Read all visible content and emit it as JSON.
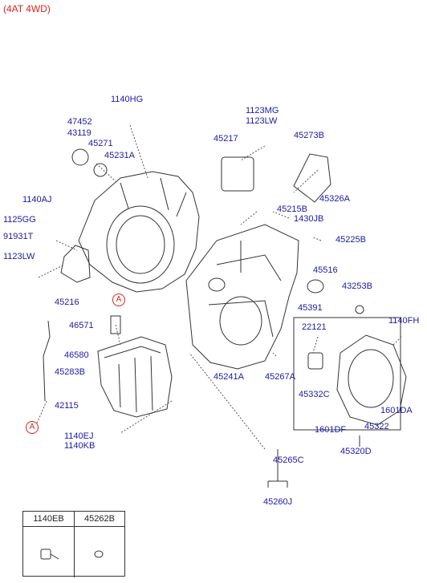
{
  "header": {
    "variant": "(4AT 4WD)"
  },
  "labels": [
    {
      "id": "1140HG",
      "text": "1140HG"
    },
    {
      "id": "47452",
      "text": "47452"
    },
    {
      "id": "43119",
      "text": "43119"
    },
    {
      "id": "45271",
      "text": "45271"
    },
    {
      "id": "45231A",
      "text": "45231A"
    },
    {
      "id": "1123MG",
      "text": "1123MG"
    },
    {
      "id": "1123LW_top",
      "text": "1123LW"
    },
    {
      "id": "45217",
      "text": "45217"
    },
    {
      "id": "45273B",
      "text": "45273B"
    },
    {
      "id": "45326A",
      "text": "45326A"
    },
    {
      "id": "1140AJ",
      "text": "1140AJ"
    },
    {
      "id": "1125GG",
      "text": "1125GG"
    },
    {
      "id": "91931T",
      "text": "91931T"
    },
    {
      "id": "1123LW_left",
      "text": "1123LW"
    },
    {
      "id": "45215B",
      "text": "45215B"
    },
    {
      "id": "1430JB",
      "text": "1430JB"
    },
    {
      "id": "45225B",
      "text": "45225B"
    },
    {
      "id": "45516",
      "text": "45516"
    },
    {
      "id": "45216",
      "text": "45216"
    },
    {
      "id": "45391",
      "text": "45391"
    },
    {
      "id": "43253B",
      "text": "43253B"
    },
    {
      "id": "46571",
      "text": "46571"
    },
    {
      "id": "22121",
      "text": "22121"
    },
    {
      "id": "1140FH",
      "text": "1140FH"
    },
    {
      "id": "46580",
      "text": "46580"
    },
    {
      "id": "45283B",
      "text": "45283B"
    },
    {
      "id": "45241A",
      "text": "45241A"
    },
    {
      "id": "45267A",
      "text": "45267A"
    },
    {
      "id": "45332C",
      "text": "45332C"
    },
    {
      "id": "42115",
      "text": "42115"
    },
    {
      "id": "1601DA",
      "text": "1601DA"
    },
    {
      "id": "45322",
      "text": "45322"
    },
    {
      "id": "1601DF",
      "text": "1601DF"
    },
    {
      "id": "1140EJ",
      "text": "1140EJ"
    },
    {
      "id": "1140KB",
      "text": "1140KB"
    },
    {
      "id": "45320D",
      "text": "45320D"
    },
    {
      "id": "45265C",
      "text": "45265C"
    },
    {
      "id": "45260J",
      "text": "45260J"
    }
  ],
  "markers": {
    "a_top": "A",
    "a_bottom": "A"
  },
  "legend_table": {
    "col1": "1140EB",
    "col2": "45262B"
  },
  "colors": {
    "label": "#1a1aa6",
    "header": "#e02020",
    "line": "#333333"
  }
}
